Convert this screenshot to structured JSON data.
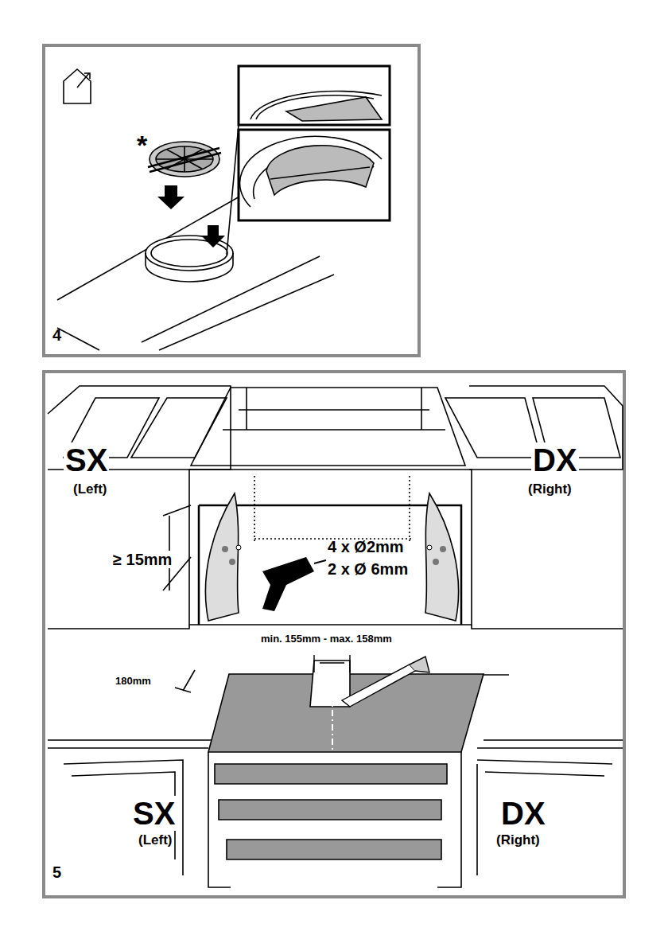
{
  "diagram": {
    "labels": [
      "4",
      "*",
      "SX",
      "(Left)",
      "DX",
      "(Right)",
      "≥ 15mm",
      "4 x Ø2mm",
      "2 x Ø 6mm",
      "min. 155mm - max. 158mm",
      "180mm",
      "SX",
      "(Left)",
      "DX",
      "(Right)",
      "5"
    ]
  }
}
